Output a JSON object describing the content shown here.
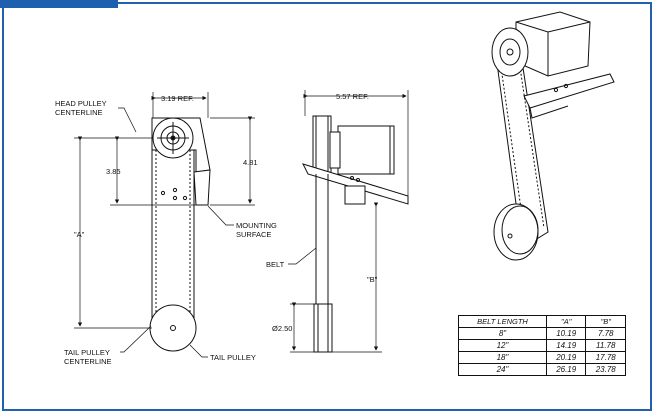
{
  "labels": {
    "head_pulley": "HEAD PULLEY",
    "head_centerline": "CENTERLINE",
    "tail_pulley_left": "TAIL PULLEY",
    "tail_centerline": "CENTERLINE",
    "tail_pulley_right": "TAIL PULLEY",
    "mounting": "MOUNTING",
    "surface": "SURFACE",
    "belt": "BELT"
  },
  "dimensions": {
    "width_front": "3.19 REF.",
    "width_side": "5.57 REF.",
    "height_left": "3.85",
    "height_right": "4.81",
    "dim_a": "\"A\"",
    "dim_b": "\"B\"",
    "diameter": "Ø2.50"
  },
  "table": {
    "headers": [
      "BELT LENGTH",
      "\"A\"",
      "\"B\""
    ],
    "rows": [
      [
        "8\"",
        "10.19",
        "7.78"
      ],
      [
        "12\"",
        "14.19",
        "11.78"
      ],
      [
        "18\"",
        "20.19",
        "17.78"
      ],
      [
        "24\"",
        "26.19",
        "23.78"
      ]
    ]
  },
  "colors": {
    "border": "#2260b0",
    "ink": "#111111"
  }
}
